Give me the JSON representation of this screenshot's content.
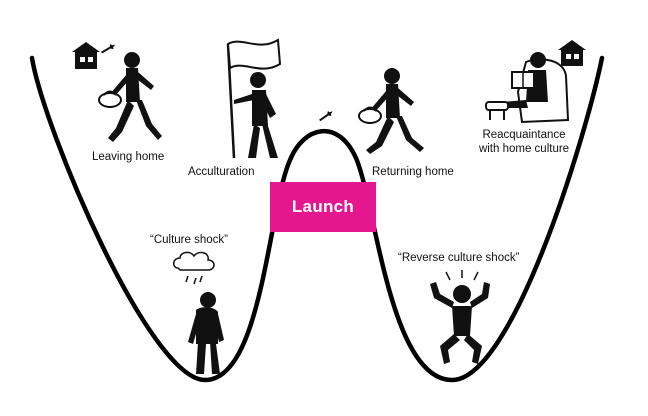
{
  "labels": {
    "leaving_home": "Leaving home",
    "acculturation": "Acculturation",
    "culture_shock": "“Culture shock”",
    "launch": "Launch",
    "returning_home": "Returning home",
    "reverse_culture_shock": "“Reverse culture shock”",
    "reacquaintance_line1": "Reacquaintance",
    "reacquaintance_line2": "with home culture"
  },
  "colors": {
    "curve": "#000000",
    "launch_box": "#e5178f",
    "launch_text": "#ffffff",
    "figure": "#111111"
  },
  "icons": [
    "house-icon",
    "person-walking-with-bag-icon",
    "person-holding-flag-icon",
    "airplane-icon",
    "rain-cloud-icon",
    "sad-person-icon",
    "stressed-person-icon",
    "person-reading-in-armchair-icon"
  ]
}
